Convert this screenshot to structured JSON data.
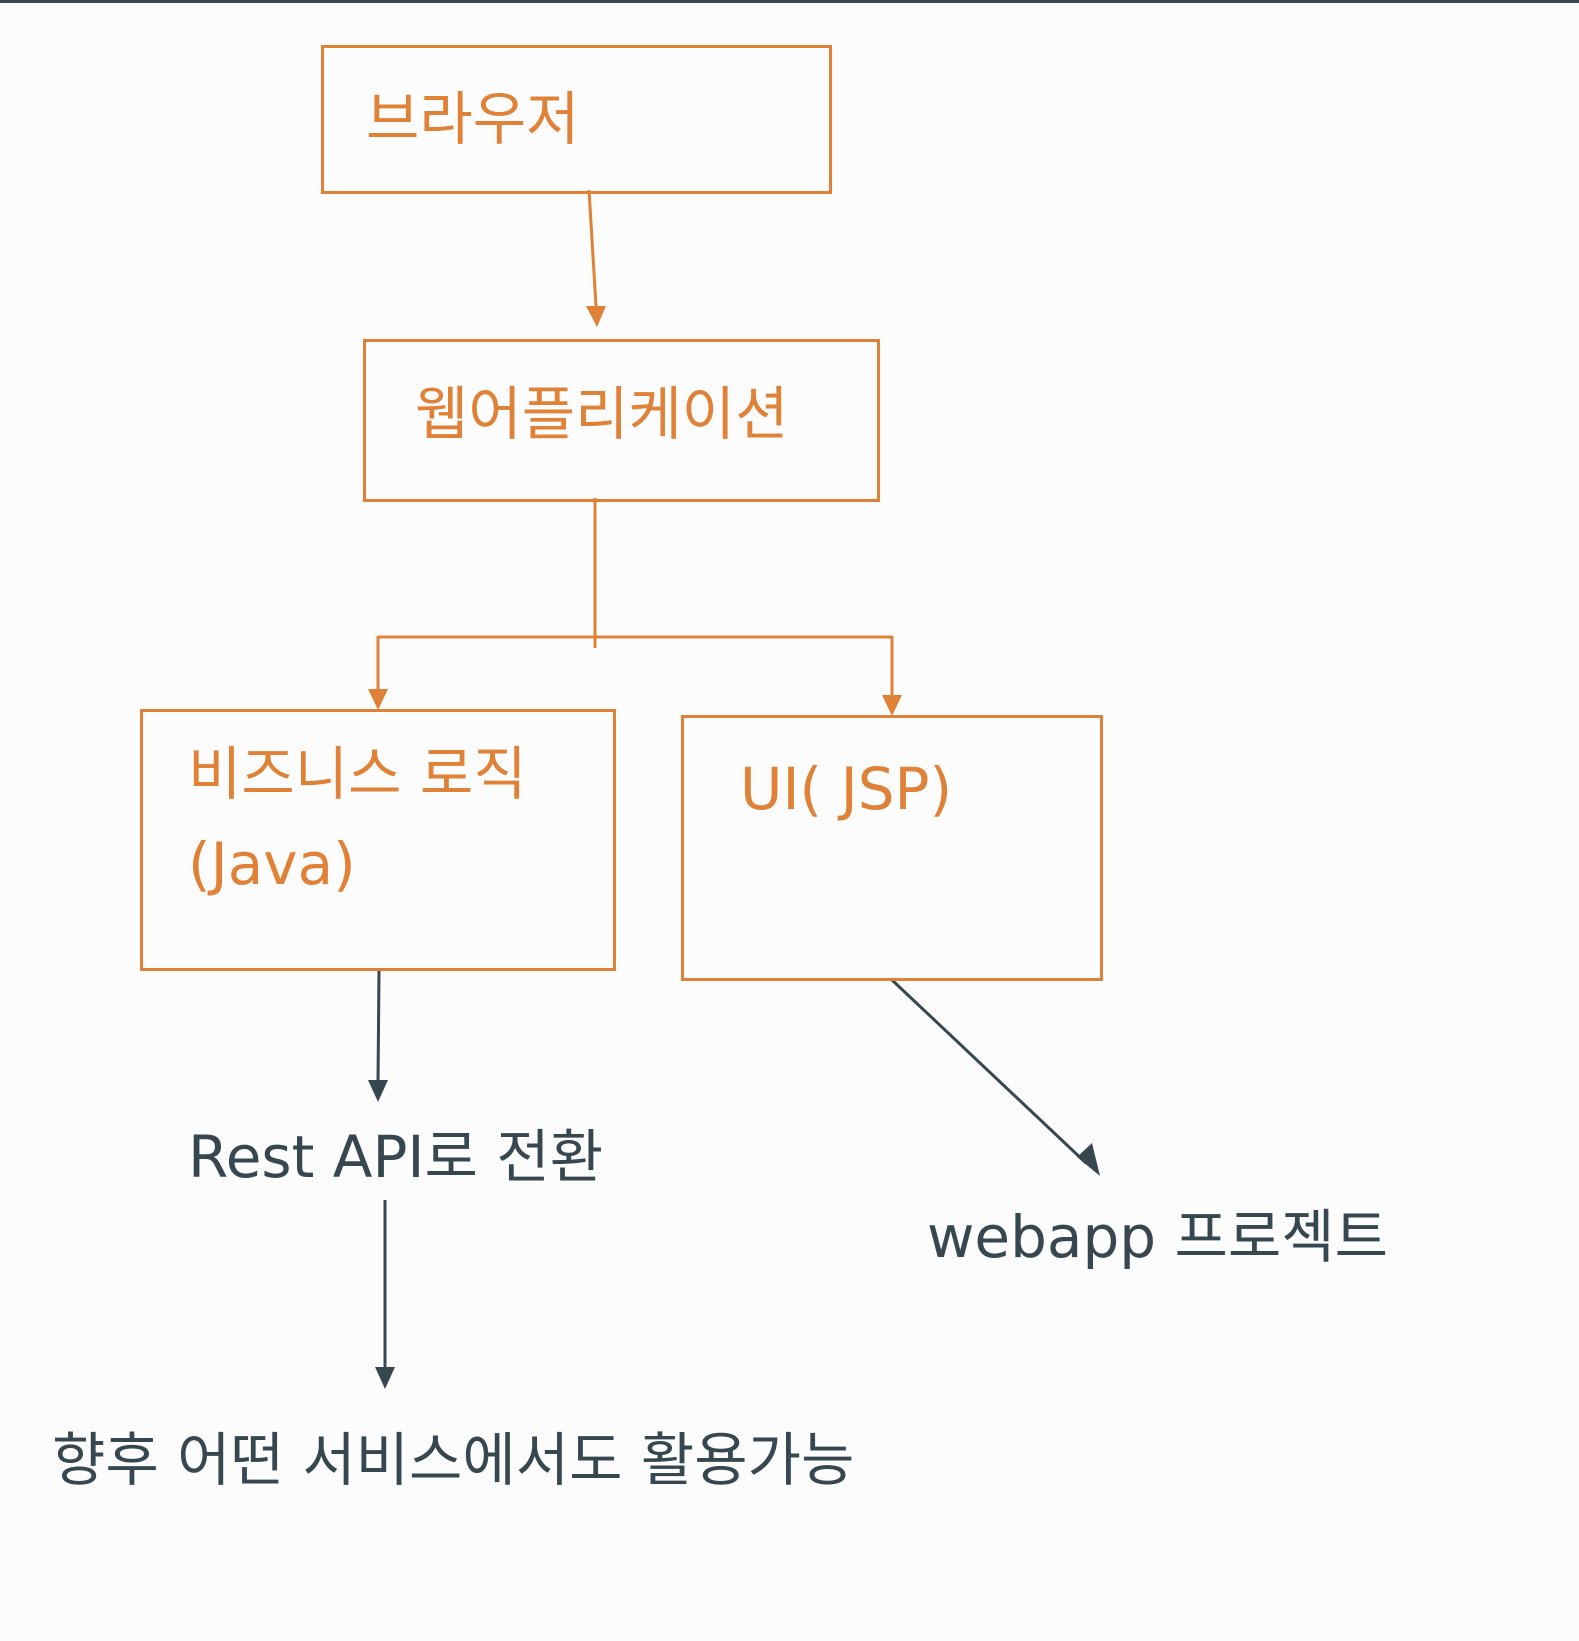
{
  "colors": {
    "node_border": "#df8237",
    "node_text": "#df8237",
    "plain_text": "#37474f",
    "background": "#fcfcfc"
  },
  "nodes": {
    "browser": {
      "label": "브라우저"
    },
    "webapp": {
      "label": "웹어플리케이션"
    },
    "business_logic": {
      "label": "비즈니스 로직\n(Java)"
    },
    "ui": {
      "label": "UI( JSP)"
    }
  },
  "notes": {
    "rest_api": "Rest API로 전환",
    "webapp_project": "webapp 프로젝트",
    "future_use": "향후 어떤 서비스에서도 활용가능"
  }
}
